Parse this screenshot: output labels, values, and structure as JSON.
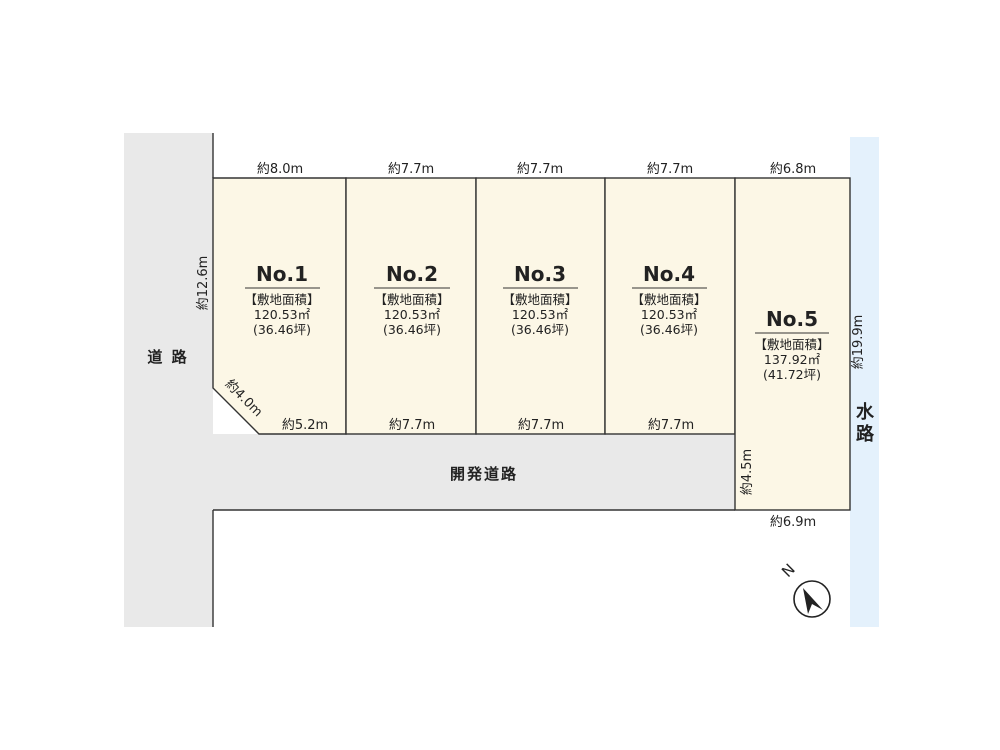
{
  "roads": {
    "main_road_label": "道 路",
    "dev_road_label": "開発道路",
    "waterway_label_1": "水",
    "waterway_label_2": "路"
  },
  "lots": [
    {
      "no": "No.1",
      "area_title": "【敷地面積】",
      "area_sqm": "120.53㎡",
      "area_tsubo": "(36.46坪)"
    },
    {
      "no": "No.2",
      "area_title": "【敷地面積】",
      "area_sqm": "120.53㎡",
      "area_tsubo": "(36.46坪)"
    },
    {
      "no": "No.3",
      "area_title": "【敷地面積】",
      "area_sqm": "120.53㎡",
      "area_tsubo": "(36.46坪)"
    },
    {
      "no": "No.4",
      "area_title": "【敷地面積】",
      "area_sqm": "120.53㎡",
      "area_tsubo": "(36.46坪)"
    },
    {
      "no": "No.5",
      "area_title": "【敷地面積】",
      "area_sqm": "137.92㎡",
      "area_tsubo": "(41.72坪)"
    }
  ],
  "dimensions": {
    "top_1": "約8.0m",
    "top_2": "約7.7m",
    "top_3": "約7.7m",
    "top_4": "約7.7m",
    "top_5": "約6.8m",
    "left_side": "約12.6m",
    "corner_cut": "約4.0m",
    "bottom_1": "約5.2m",
    "bottom_2": "約7.7m",
    "bottom_3": "約7.7m",
    "bottom_4": "約7.7m",
    "right_side": "約19.9m",
    "lot5_left": "約4.5m",
    "lot5_bottom": "約6.9m"
  },
  "compass": {
    "north_label": "N"
  }
}
